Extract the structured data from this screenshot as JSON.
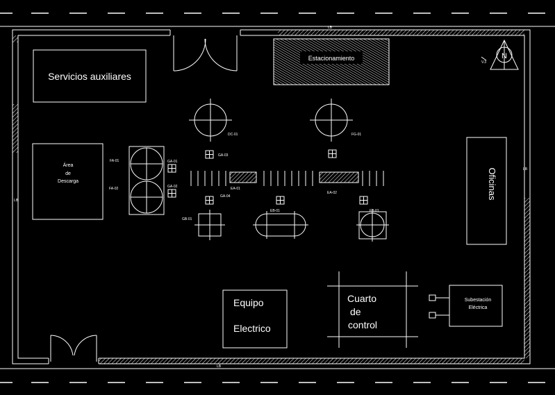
{
  "colors": {
    "background": "#000000",
    "line": "#ffffff"
  },
  "boundary_marks": {
    "top": "LB",
    "bottom": "LB",
    "left": "LB",
    "right": "LB"
  },
  "north": {
    "letter": "N",
    "label": "V.3"
  },
  "areas": {
    "servicios": "Servicios auxiliares",
    "descarga_1": "Área",
    "descarga_2": "de",
    "descarga_3": "Descarga",
    "estacionamiento": "Estacionamiento",
    "oficinas": "Oficinas",
    "equipo_1": "Equipo",
    "equipo_2": "Electrico",
    "cuarto_1": "Cuarto",
    "cuarto_2": "de",
    "cuarto_3": "control",
    "subestacion_1": "Subestación",
    "subestacion_2": "Eléctrica"
  },
  "equipment": {
    "dc01": "DC-01",
    "fg01": "FG-01",
    "ga03": "GA-03",
    "fa01": "FA-01",
    "fa02": "FA-02",
    "ga01": "GA-01",
    "ga02": "GA-02",
    "ea01": "EA-01",
    "ea02": "EA-02",
    "ga04": "GA-04",
    "gb01": "GB-01",
    "eb01": "EB-01",
    "fb01": "FB-01"
  }
}
